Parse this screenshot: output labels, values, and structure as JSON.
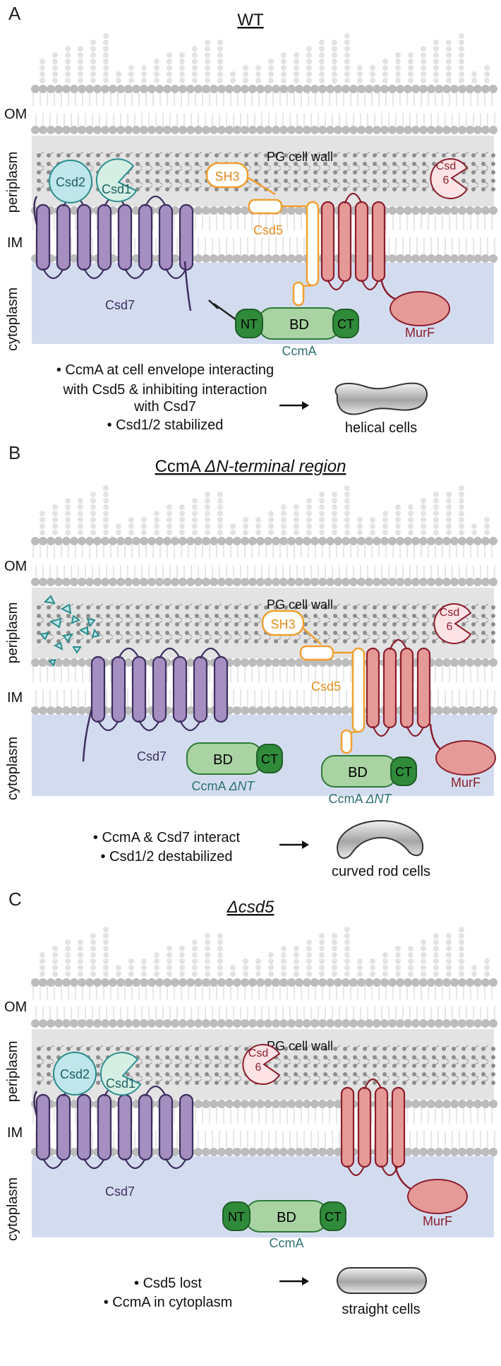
{
  "panels": [
    {
      "letter": "A",
      "title_plain": "WT",
      "title_italic": "",
      "layer_labels": {
        "om": "OM",
        "periplasm": "periplasm",
        "im": "IM",
        "cytoplasm": "cytoplasm"
      },
      "pg_label": "PG cell wall",
      "proteins": {
        "csd2": "Csd2",
        "csd1": "Csd1",
        "csd6_line1": "Csd",
        "csd6_line2": "6",
        "sh3": "SH3",
        "csd5": "Csd5",
        "csd7": "Csd7",
        "murf": "MurF",
        "nt": "NT",
        "bd": "BD",
        "ct": "CT",
        "ccma_plain": "CcmA",
        "ccma_italic": ""
      },
      "bullets": [
        "• CcmA at cell envelope interacting",
        "with Csd5 & inhibiting interaction",
        "with Csd7",
        "• Csd1/2  stabilized"
      ],
      "result": "helical cells"
    },
    {
      "letter": "B",
      "title_plain": "CcmA ",
      "title_italic": "ΔN-terminal region",
      "layer_labels": {
        "om": "OM",
        "periplasm": "periplasm",
        "im": "IM",
        "cytoplasm": "cytoplasm"
      },
      "pg_label": "PG cell wall",
      "proteins": {
        "csd6_line1": "Csd",
        "csd6_line2": "6",
        "sh3": "SH3",
        "csd5": "Csd5",
        "csd7": "Csd7",
        "murf": "MurF",
        "bd": "BD",
        "ct": "CT",
        "ccma_plain": "CcmA ",
        "ccma_italic": "ΔNT"
      },
      "bullets": [
        "• CcmA & Csd7 interact",
        "• Csd1/2 destabilized"
      ],
      "result": "curved rod cells"
    },
    {
      "letter": "C",
      "title_plain": "",
      "title_italic": "Δcsd5",
      "layer_labels": {
        "om": "OM",
        "periplasm": "periplasm",
        "im": "IM",
        "cytoplasm": "cytoplasm"
      },
      "pg_label": "PG cell wall",
      "proteins": {
        "csd2": "Csd2",
        "csd1": "Csd1",
        "csd6_line1": "Csd",
        "csd6_line2": "6",
        "csd7": "Csd7",
        "murf": "MurF",
        "nt": "NT",
        "bd": "BD",
        "ct": "CT",
        "ccma_plain": "CcmA",
        "ccma_italic": ""
      },
      "bullets": [
        "• Csd5 lost",
        "• CcmA in cytoplasm"
      ],
      "result": "straight cells"
    }
  ],
  "colors": {
    "csd7": "#a58fc0",
    "csd7_stroke": "#3e2f60",
    "csd56_fill": "#e69a98",
    "csd_red_stroke": "#8b1e2c",
    "csd6_fill": "#fde3e6",
    "csd2_fill": "#bfe6ea",
    "csd1_fill": "#d6efe5",
    "teal_stroke": "#2a8c8c",
    "ccma_fill": "#a9d3a3",
    "ccma_stroke": "#2f7a37",
    "ccma_dark": "#2f8a3a",
    "sh3_stroke": "#f0a030",
    "cytoplasm": "#d3dcef",
    "periplasm": "#e3e3e3",
    "lipid": "#bcbcbc",
    "label_teal": "#2e7170",
    "label_purple": "#3e2f60",
    "label_red": "#8b1e2c",
    "label_orange": "#e68a1c"
  }
}
